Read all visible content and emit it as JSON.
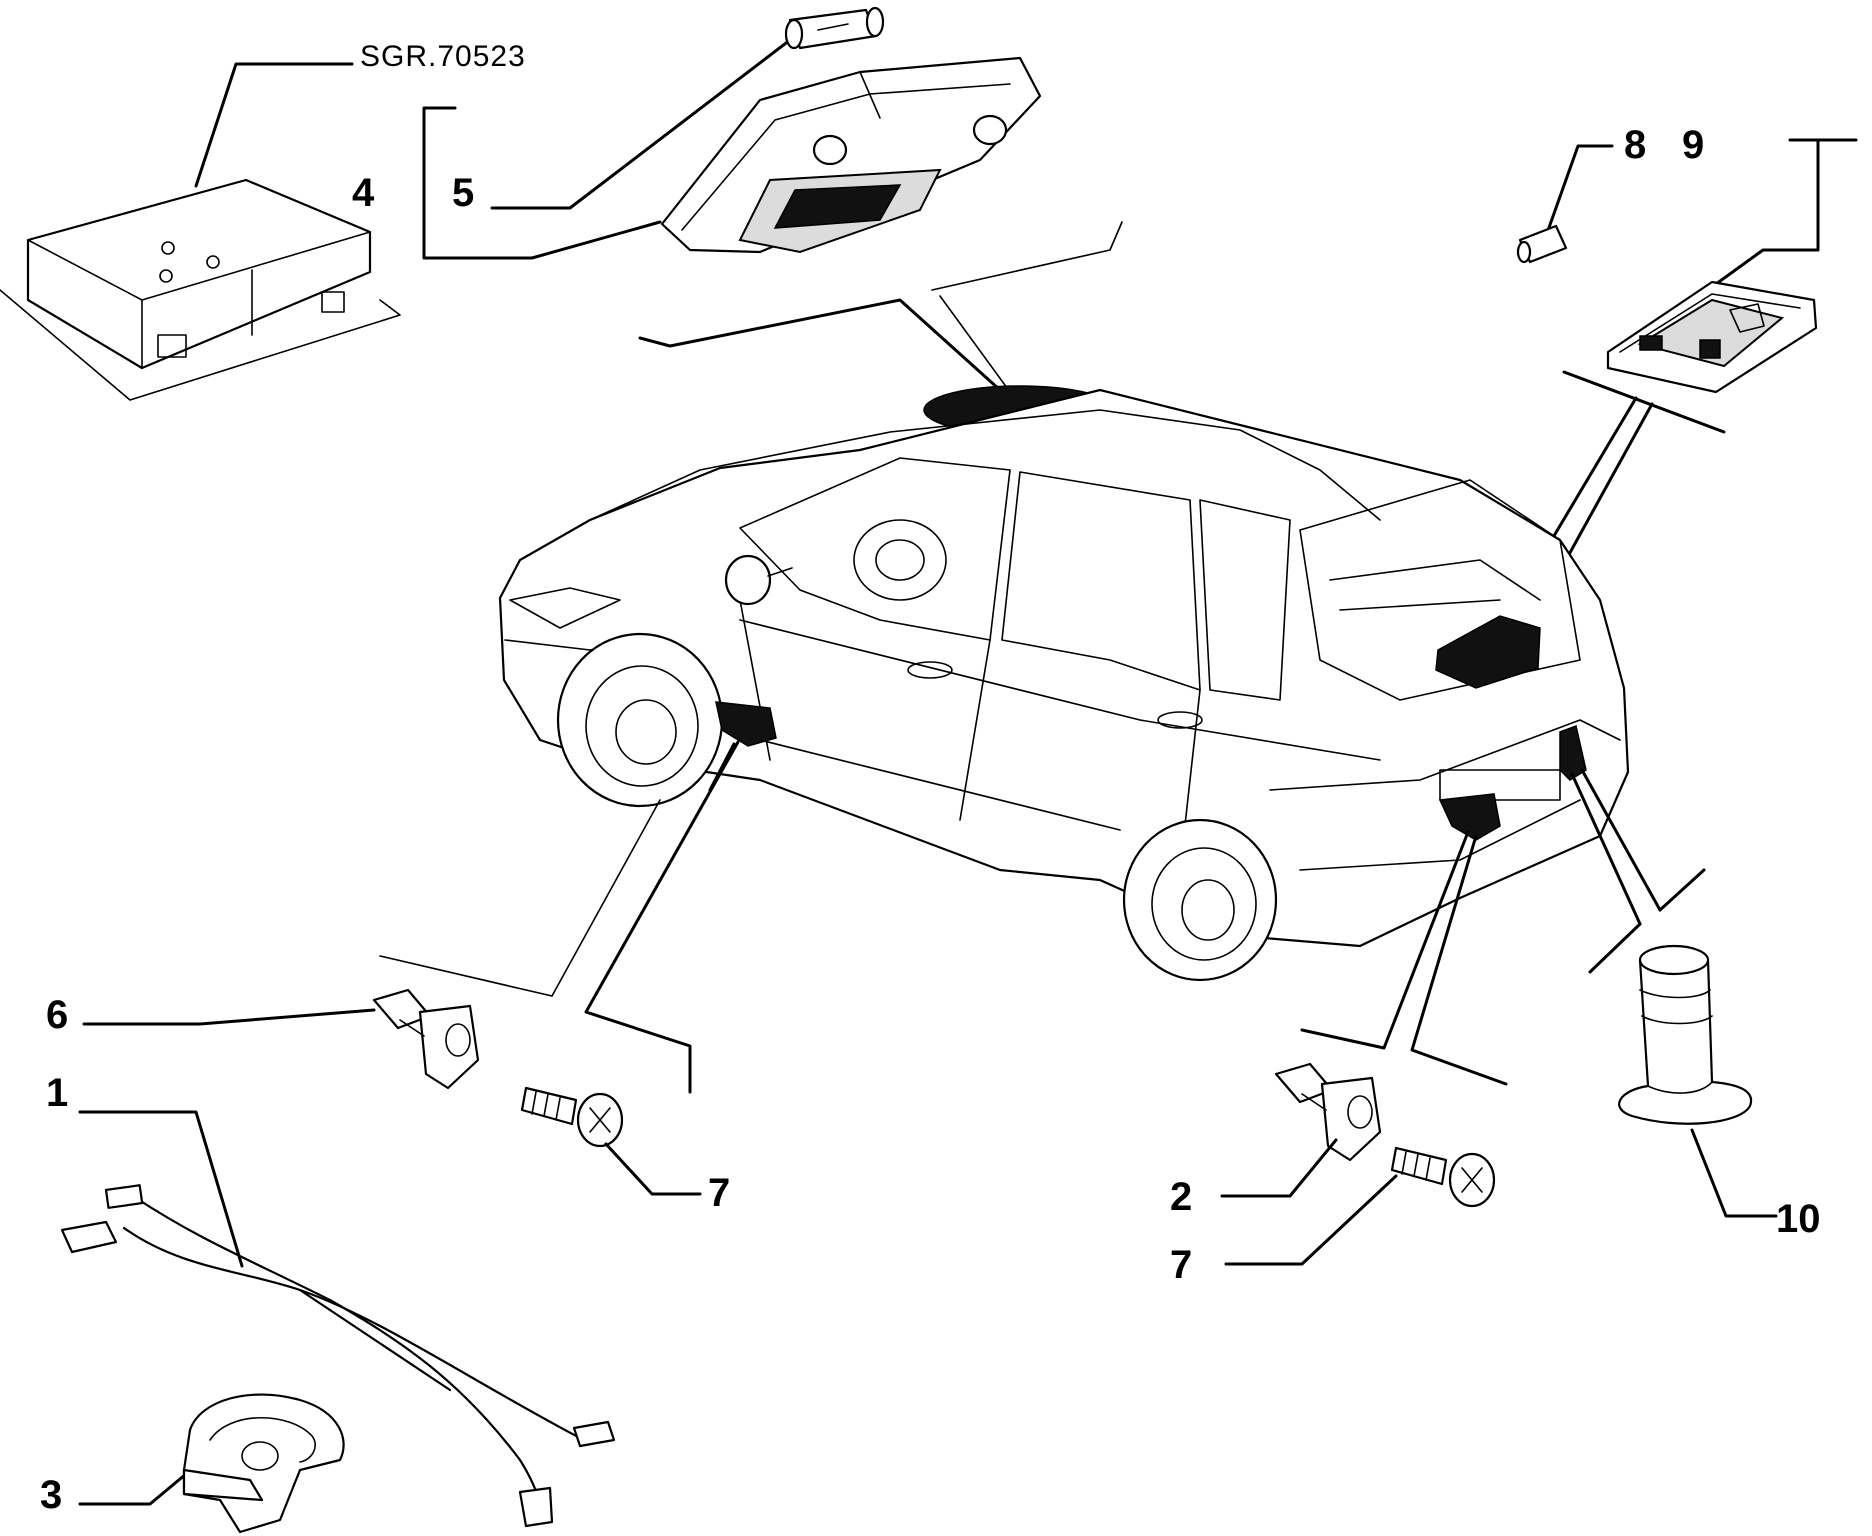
{
  "reference_code": "SGR.70523",
  "callouts": {
    "c1": "1",
    "c2": "2",
    "c3": "3",
    "c4": "4",
    "c5": "5",
    "c6": "6",
    "c7a": "7",
    "c7b": "7",
    "c8": "8",
    "c9": "9",
    "c10": "10"
  }
}
